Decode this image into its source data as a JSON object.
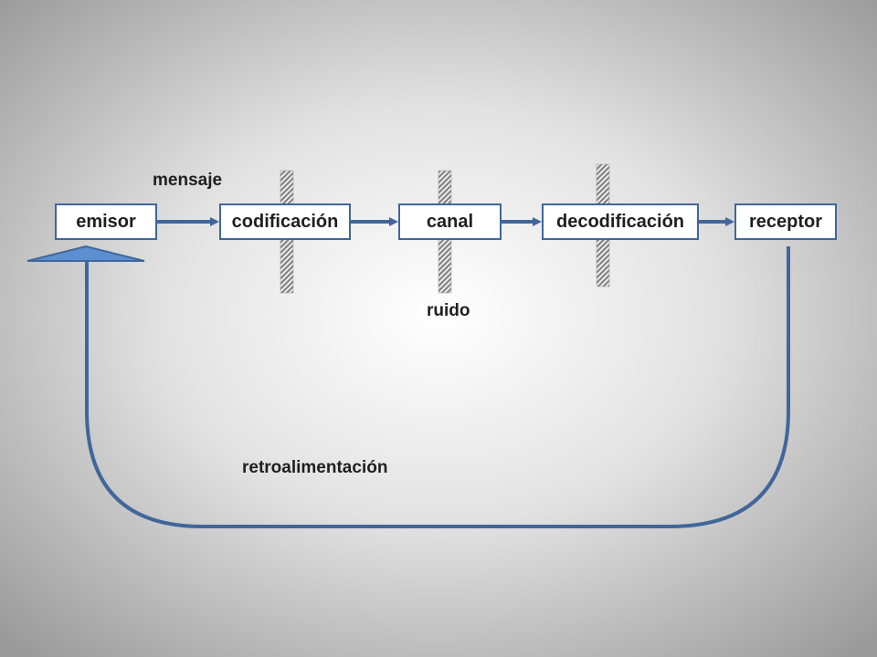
{
  "diagram": {
    "nodes": [
      {
        "id": "emisor",
        "label": "emisor"
      },
      {
        "id": "codificacion",
        "label": "codificación"
      },
      {
        "id": "canal",
        "label": "canal"
      },
      {
        "id": "decodificacion",
        "label": "decodificación"
      },
      {
        "id": "receptor",
        "label": "receptor"
      }
    ],
    "edges": [
      {
        "from": "emisor",
        "to": "codificacion"
      },
      {
        "from": "codificacion",
        "to": "canal"
      },
      {
        "from": "canal",
        "to": "decodificacion"
      },
      {
        "from": "decodificacion",
        "to": "receptor"
      },
      {
        "from": "receptor",
        "to": "emisor",
        "label": "retroalimentación"
      }
    ],
    "labels": {
      "message": "mensaje",
      "noise": "ruido",
      "feedback": "retroalimentación"
    },
    "colors": {
      "line": "#41669a",
      "node_border": "#41669a",
      "node_fill": "#ffffff",
      "triangle_fill": "#5b8fd2",
      "noise_bar": "#8c8c8c"
    }
  }
}
